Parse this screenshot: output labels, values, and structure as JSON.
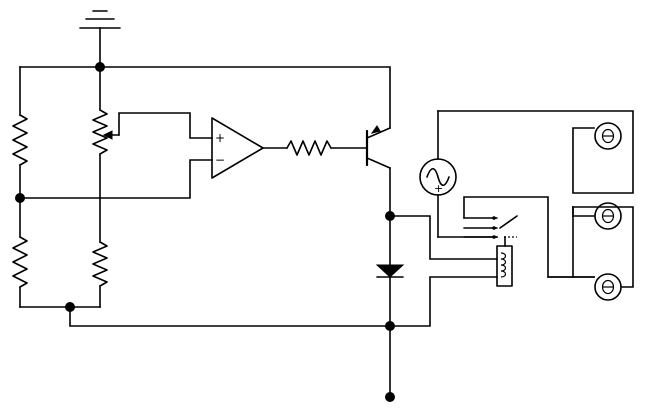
{
  "diagram": {
    "opamp": {
      "plus": "+",
      "minus": "−"
    },
    "ac_source": {
      "plus": "+"
    },
    "lamps": [
      {
        "id": "lamp-1"
      },
      {
        "id": "lamp-2"
      },
      {
        "id": "lamp-3"
      }
    ]
  },
  "colors": {
    "ink": "#000000",
    "background": "#ffffff"
  }
}
